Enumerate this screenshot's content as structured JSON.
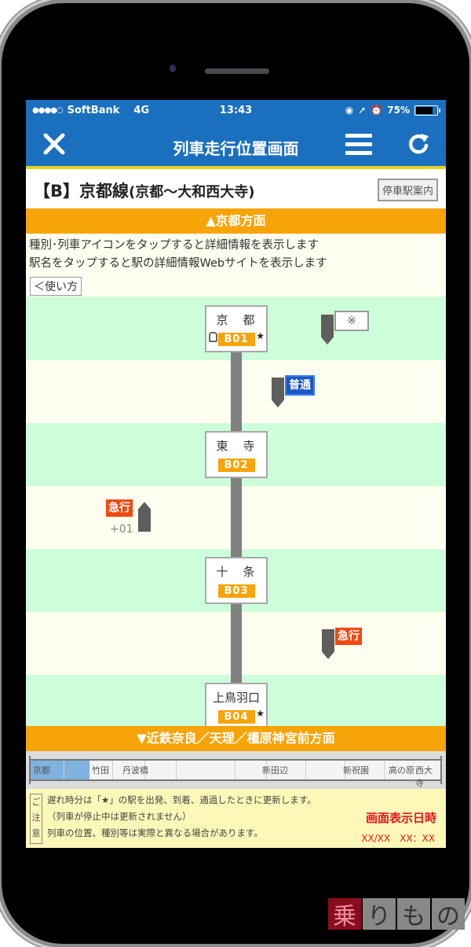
{
  "status_bar": {
    "carrier": "SoftBank",
    "network": "4G",
    "time": "13:43",
    "battery": "75%"
  },
  "nav": {
    "title": "列車走行位置画面",
    "close_icon": "close-icon",
    "menu_icon": "hamburger-menu-icon",
    "refresh_icon": "refresh-icon"
  },
  "line": {
    "badge": "【B】",
    "name": "京都線",
    "range": "(京都〜大和西大寺)",
    "stop_guide_button": "停車駅案内"
  },
  "direction_up": "▲京都方面",
  "direction_down": "▼近鉄奈良／天理／橿原神宮前方面",
  "help": {
    "line1": "種別･列車アイコンをタップすると詳細情報を表示します",
    "line2": "駅名をタップすると駅の詳細情報Webサイトを表示します",
    "usage_button": "＜使い方"
  },
  "stations": [
    {
      "name": "京　都",
      "code": "B01",
      "star": "★",
      "has_train_icon": true
    },
    {
      "name": "東　寺",
      "code": "B02",
      "star": "",
      "has_train_icon": false
    },
    {
      "name": "十　条",
      "code": "B03",
      "star": "",
      "has_train_icon": false
    },
    {
      "name": "上鳥羽口",
      "code": "B04",
      "star": "★",
      "has_train_icon": false
    }
  ],
  "trains": [
    {
      "type_label": "※",
      "direction": "down",
      "kind": "special"
    },
    {
      "type_label": "普通",
      "direction": "down",
      "kind": "local"
    },
    {
      "type_label": "急行",
      "direction": "up",
      "kind": "express",
      "delay": "+01"
    },
    {
      "type_label": "急行",
      "direction": "down",
      "kind": "express"
    }
  ],
  "minimap": {
    "labels": [
      "京都",
      "竹田",
      "丹波橋",
      "新田辺",
      "新祝園",
      "高の原",
      "西大寺"
    ]
  },
  "notice": {
    "tag": "ご注意",
    "tag_chars": [
      "ご",
      "注",
      "意"
    ],
    "line1": "遅れ時分は「★」の駅を出発、到着、通過したときに更新します。",
    "line2": "（列車が停止中は更新されません）",
    "line3": "列車の位置、種別等は実際と異なる場合があります。",
    "display_time_label": "画面表示日時",
    "display_time_value": "XX/XX　XX：XX"
  },
  "watermark": [
    "乗",
    "り",
    "も",
    "の"
  ],
  "colors": {
    "nav_blue": "#1b6fbf",
    "accent_yellow": "#e6d21e",
    "direction_orange": "#f7a409",
    "stripe_green": "#ccffd9",
    "stripe_cream": "#fdfdf0",
    "local_blue": "#1a56c4",
    "express_red": "#ef4a10",
    "notice_red": "#e8141e"
  }
}
